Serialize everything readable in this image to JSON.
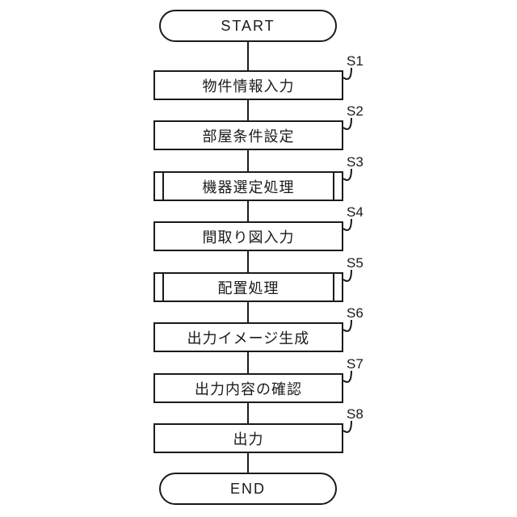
{
  "figure": {
    "type": "flowchart",
    "background": "#ffffff",
    "line_color": "#1a1a1a",
    "start_label": "START",
    "end_label": "END",
    "steps": [
      {
        "id": "S1",
        "label": "物件情報入力",
        "shape": "process"
      },
      {
        "id": "S2",
        "label": "部屋条件設定",
        "shape": "process"
      },
      {
        "id": "S3",
        "label": "機器選定処理",
        "shape": "predefined-process"
      },
      {
        "id": "S4",
        "label": "間取り図入力",
        "shape": "process"
      },
      {
        "id": "S5",
        "label": "配置処理",
        "shape": "predefined-process"
      },
      {
        "id": "S6",
        "label": "出力イメージ生成",
        "shape": "process"
      },
      {
        "id": "S7",
        "label": "出力内容の確認",
        "shape": "process"
      },
      {
        "id": "S8",
        "label": "出力",
        "shape": "process"
      }
    ]
  }
}
